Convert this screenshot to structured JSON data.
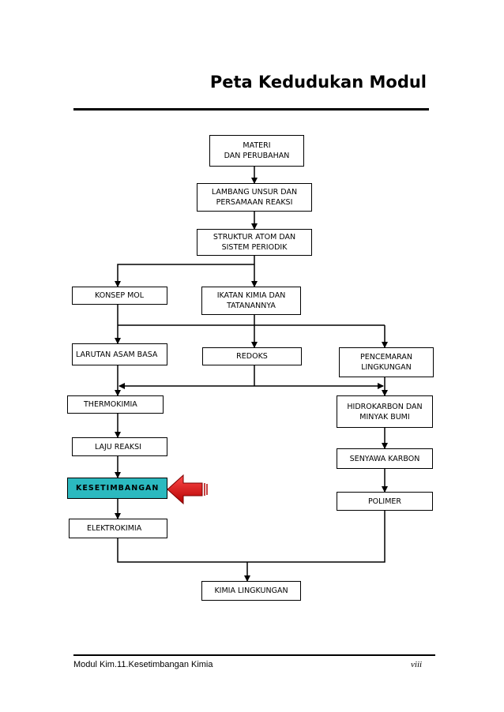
{
  "title": "Peta Kedudukan Modul",
  "boxes": {
    "materi": "MATERI\nDAN PERUBAHAN",
    "lambang": "LAMBANG UNSUR DAN\nPERSAMAAN REAKSI",
    "struktur": "STRUKTUR ATOM DAN\nSISTEM PERIODIK",
    "konsep_mol": "KONSEP MOL",
    "ikatan": "IKATAN KIMIA DAN\nTATANANNYA",
    "larutan": "LARUTAN ASAM BASA",
    "redoks": "REDOKS",
    "pencemaran": "PENCEMARAN\nLINGKUNGAN",
    "thermokimia": "THERMOKIMIA",
    "hidrokarbon": "HIDROKARBON DAN\nMINYAK BUMI",
    "laju": "LAJU REAKSI",
    "senyawa": "SENYAWA KARBON",
    "kesetimbangan": "KESETIMBANGAN",
    "polimer": "POLIMER",
    "elektrokimia": "ELEKTROKIMIA",
    "kimia_lingkungan": "KIMIA LINGKUNGAN"
  },
  "highlight_color": "#2bb9bf",
  "pointer_arrow_color": "#e8141b",
  "footer": {
    "left": "Modul Kim.11.Kesetimbangan Kimia",
    "right": "viii"
  }
}
